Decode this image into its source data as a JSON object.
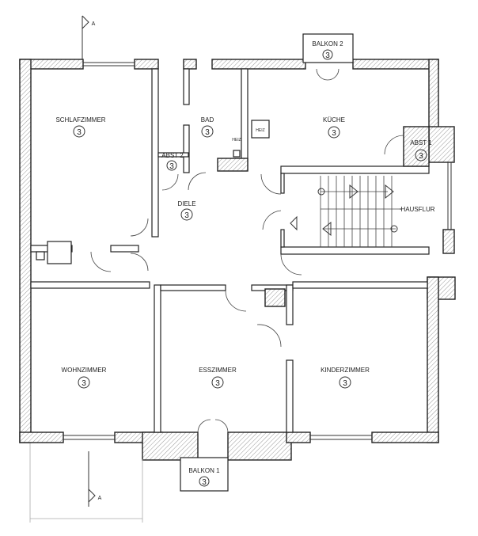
{
  "rooms": [
    {
      "name": "SCHLAFZIMMER",
      "number": "3"
    },
    {
      "name": "BAD",
      "number": "3"
    },
    {
      "name": "KÜCHE",
      "number": "3"
    },
    {
      "name": "ABST 2",
      "number": "3"
    },
    {
      "name": "ABST 1",
      "number": "3"
    },
    {
      "name": "DIELE",
      "number": "3"
    },
    {
      "name": "HAUSFLUR",
      "number": ""
    },
    {
      "name": "WOHNZIMMER",
      "number": "3"
    },
    {
      "name": "ESSZIMMER",
      "number": "3"
    },
    {
      "name": "KINDERZIMMER",
      "number": "3"
    },
    {
      "name": "BALKON 2",
      "number": "3"
    },
    {
      "name": "BALKON 1",
      "number": "3"
    }
  ],
  "fixtures": {
    "heiz_1": "HEIZ",
    "heiz_2": "HEIZ"
  },
  "section_markers": {
    "top": "A",
    "bottom": "A"
  },
  "colors": {
    "wall_line": "#222222",
    "hatch": "#999999",
    "background": "#ffffff"
  }
}
